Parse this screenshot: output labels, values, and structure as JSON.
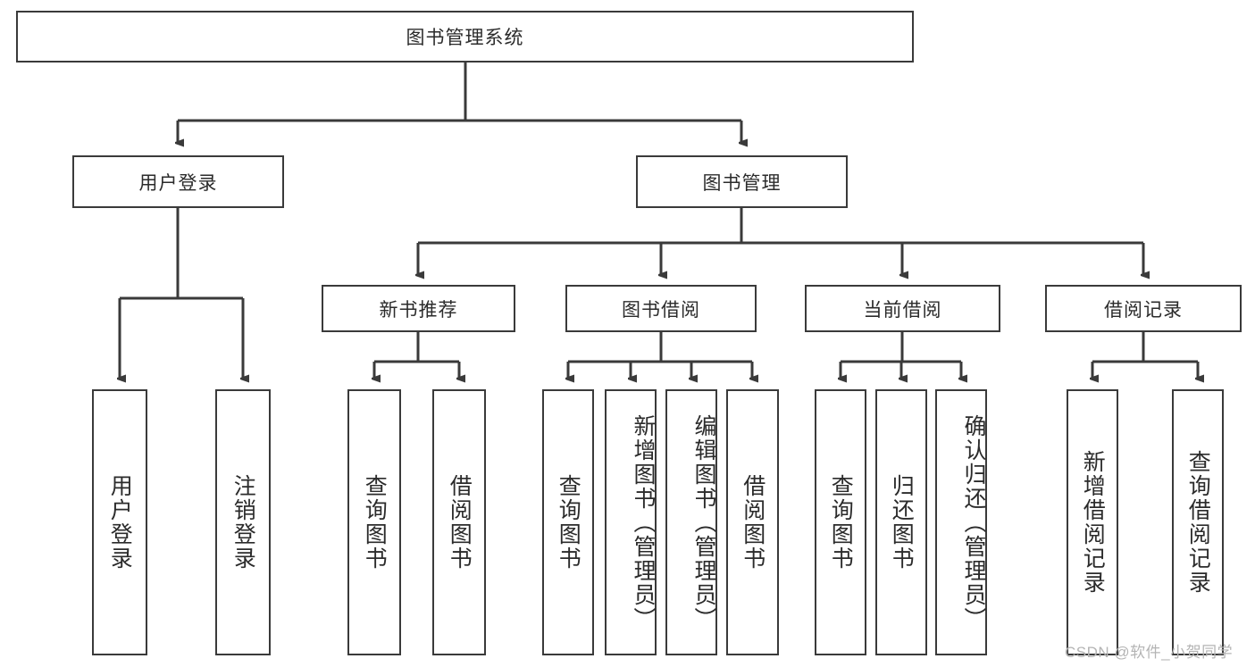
{
  "diagram": {
    "title": "图书管理系统",
    "type": "hierarchy-tree",
    "levels": 4,
    "colors": {
      "box_border": "#3a3a3a",
      "box_fill": "#ffffff",
      "edge": "#3a3a3a",
      "text": "#2b2b2b",
      "watermark": "#b4b4b4",
      "background": "#ffffff"
    },
    "root": {
      "label": "图书管理系统"
    },
    "level2": [
      {
        "label": "用户登录"
      },
      {
        "label": "图书管理"
      }
    ],
    "level3": [
      {
        "label": "新书推荐"
      },
      {
        "label": "图书借阅"
      },
      {
        "label": "当前借阅"
      },
      {
        "label": "借阅记录"
      }
    ],
    "leaves": {
      "user_login": [
        {
          "label": "用户登录"
        },
        {
          "label": "注销登录"
        }
      ],
      "new_book_recommend": [
        {
          "label": "查询图书"
        },
        {
          "label": "借阅图书"
        }
      ],
      "book_borrow": [
        {
          "label": "查询图书"
        },
        {
          "label": "新增图书（管理员）"
        },
        {
          "label": "编辑图书（管理员）"
        },
        {
          "label": "借阅图书"
        }
      ],
      "current_borrow": [
        {
          "label": "查询图书"
        },
        {
          "label": "归还图书"
        },
        {
          "label": "确认归还（管理员）"
        }
      ],
      "borrow_record": [
        {
          "label": "新增借阅记录"
        },
        {
          "label": "查询借阅记录"
        }
      ]
    },
    "watermark": "CSDN @软件_小贺同学"
  }
}
